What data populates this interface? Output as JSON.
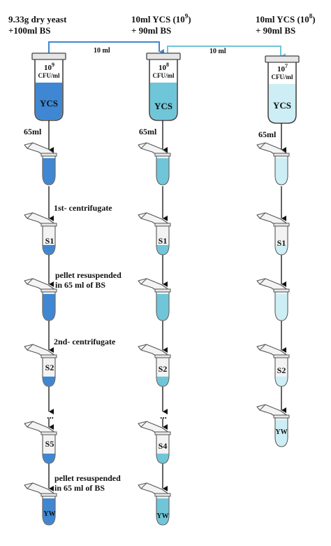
{
  "headers": {
    "col1_line1": "9.33g dry yeast",
    "col1_line2": "+100ml BS",
    "col2_line1": "10ml YCS (10",
    "col2_sup": "9",
    "col2_line1_end": ")",
    "col2_line2": "+ 90ml BS",
    "col3_line1": "10ml YCS (10",
    "col3_sup": "8",
    "col3_line1_end": ")",
    "col3_line2": "+ 90ml BS"
  },
  "transfers": {
    "t1": "10 ml",
    "t2": "10 ml"
  },
  "tubes": {
    "t1_base": "10",
    "t1_exp": "9",
    "t1_unit": "CFU/ml",
    "t1_label": "YCS",
    "t2_base": "10",
    "t2_exp": "8",
    "t2_unit": "CFU/ml",
    "t2_label": "YCS",
    "t3_base": "10",
    "t3_exp": "7",
    "t3_unit": "CFU/ml",
    "t3_label": "YCS"
  },
  "volumes": {
    "c1": "65ml",
    "c2": "65ml",
    "c3": "65ml"
  },
  "steps": {
    "centrifuge1": "1st- centrifugate",
    "resuspend1_line1": "pellet resuspended",
    "resuspend1_line2": "in 65 ml of BS",
    "centrifuge2": "2nd- centrifugate",
    "resuspend2_line1": "pellet resuspended",
    "resuspend2_line2": "in 65 ml of BS"
  },
  "samples": {
    "c1_s1": "S1",
    "c1_s2": "S2",
    "c1_s5": "S5",
    "c1_yw": "YW",
    "c2_s1": "S1",
    "c2_s2": "S2",
    "c2_s4": "S4",
    "c2_yw": "YW",
    "c3_s1": "S1",
    "c3_s2": "S2",
    "c3_yw": "YW"
  },
  "ellipsis": "...",
  "colors": {
    "col1": "#3f87d2",
    "col2": "#6fc6d8",
    "col3": "#cdeef5",
    "line1": "#3f87d2",
    "line2": "#6fc6d8",
    "outline": "#555555"
  }
}
